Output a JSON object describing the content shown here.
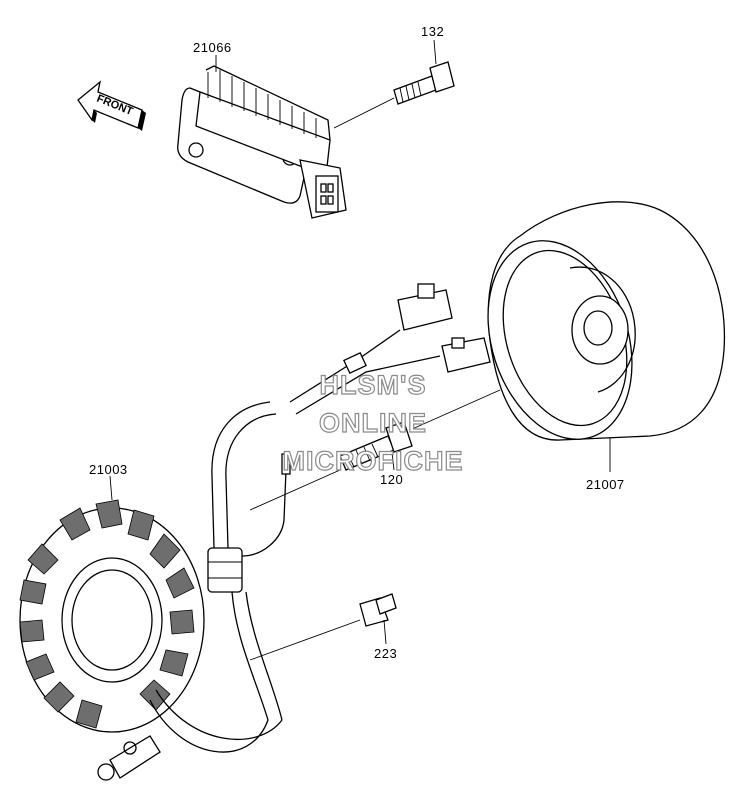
{
  "parts": [
    {
      "id": "regulator",
      "number": "21066"
    },
    {
      "id": "regulator-bolt",
      "number": "132"
    },
    {
      "id": "stator",
      "number": "21003"
    },
    {
      "id": "flywheel-rotor",
      "number": "21007"
    },
    {
      "id": "rotor-bolt",
      "number": "120"
    },
    {
      "id": "stator-bolt",
      "number": "223"
    }
  ],
  "direction_marker": "FRONT",
  "watermark": [
    "HLSM'S",
    "ONLINE",
    "MICROFICHE"
  ]
}
